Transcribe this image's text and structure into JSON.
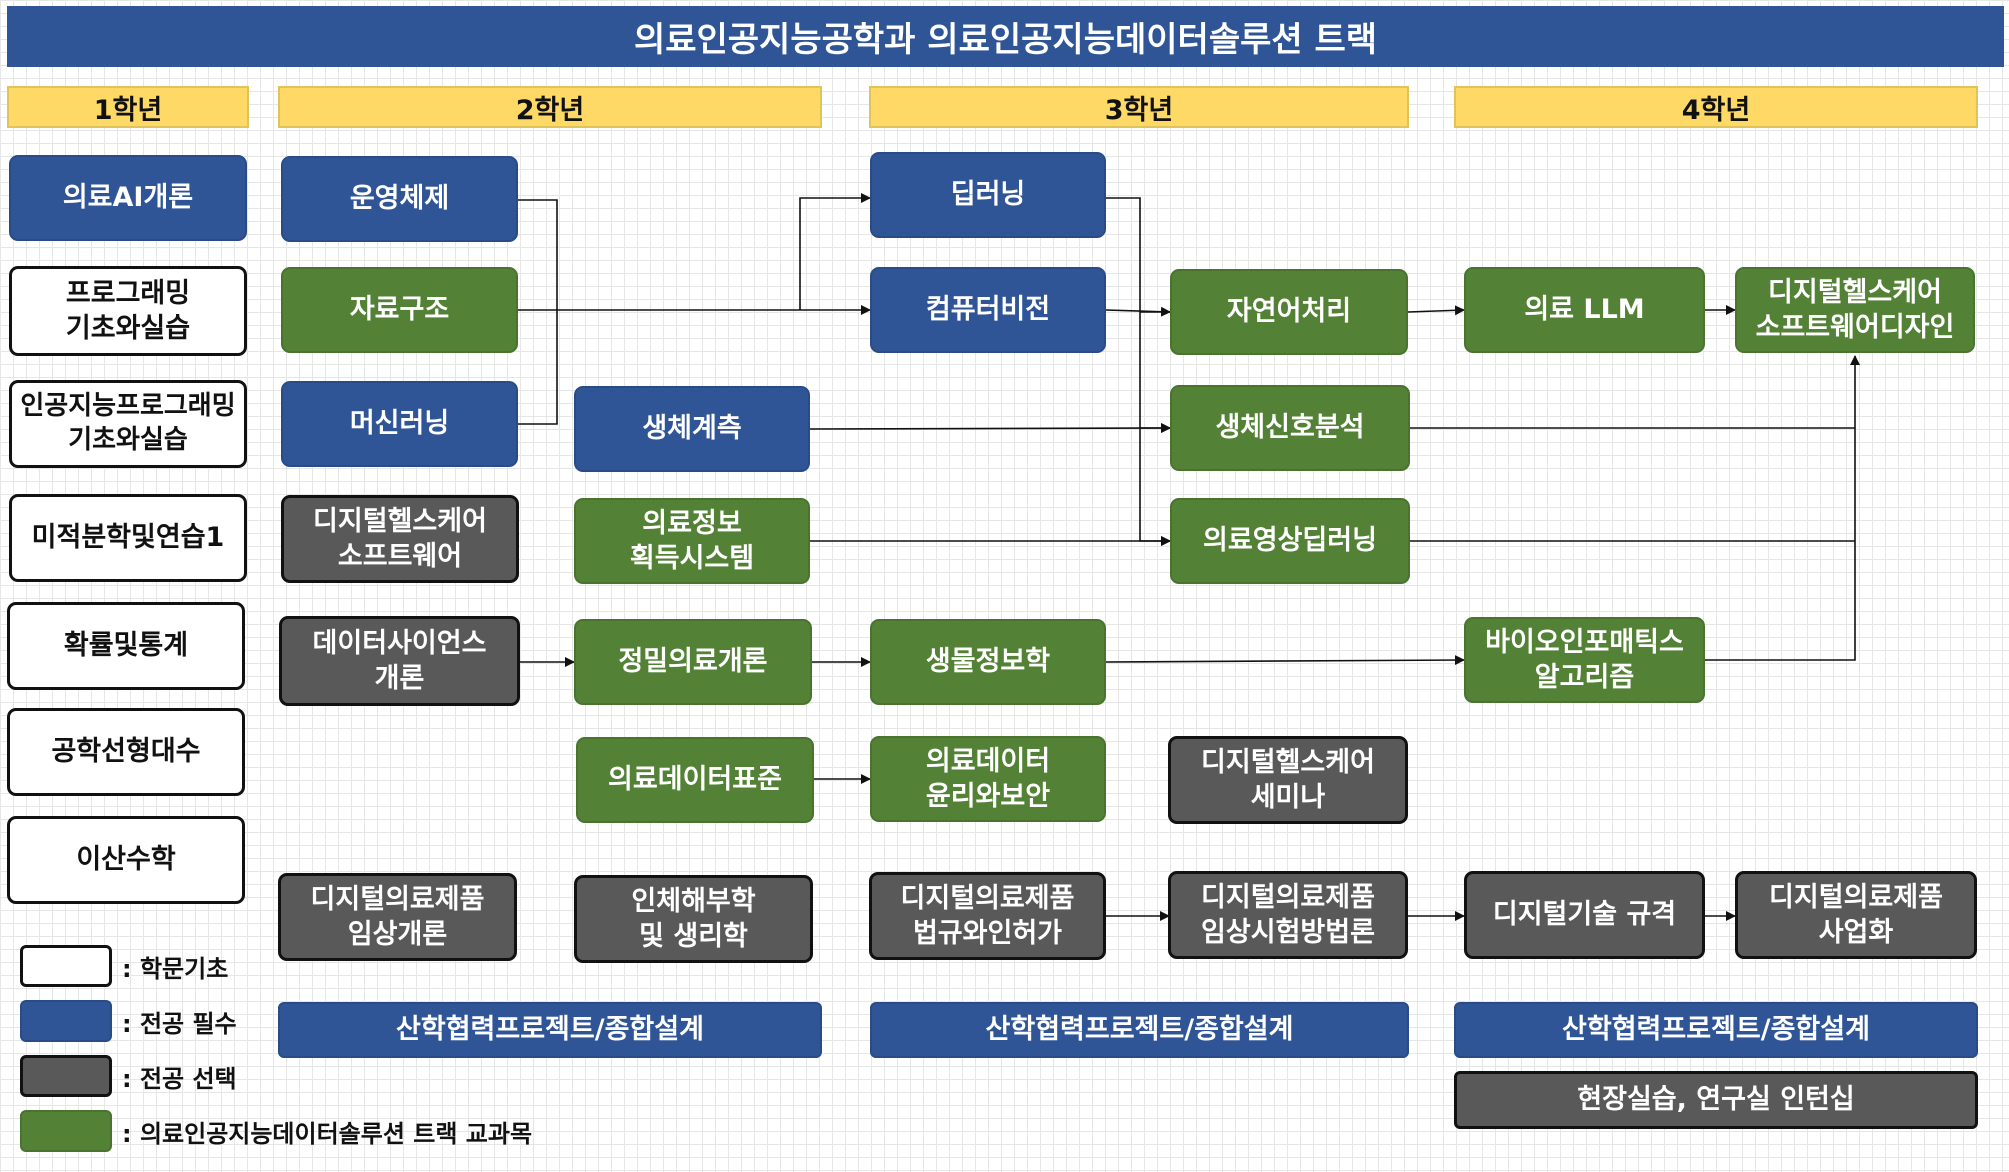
{
  "title": "의료인공지능공학과 의료인공지능데이터솔루션 트랙",
  "years": [
    "1학년",
    "2학년",
    "3학년",
    "4학년"
  ],
  "courses": {
    "y1_ai_intro": "의료AI개론",
    "y1_programming": "프로그래밍\n기초와실습",
    "y1_ai_programming": "인공지능프로그래밍\n기초와실습",
    "y1_calculus": "미적분학및연습1",
    "y1_probability": "확률및통계",
    "y1_linear_algebra": "공학선형대수",
    "y1_discrete_math": "이산수학",
    "y2_os": "운영체제",
    "y2_data_structure": "자료구조",
    "y2_machine_learning": "머신러닝",
    "y2_digital_health_sw": "디지털헬스케어\n소프트웨어",
    "y2_data_science": "데이터사이언스\n개론",
    "y2_digital_medical_clinical": "디지털의료제품\n임상개론",
    "y2_bio_measurement": "생체계측",
    "y2_medical_info_acq": "의료정보\n획득시스템",
    "y2_precision_medicine": "정밀의료개론",
    "y2_medical_data_standard": "의료데이터표준",
    "y2_anatomy": "인체해부학\n및 생리학",
    "y3_deep_learning": "딥러닝",
    "y3_computer_vision": "컴퓨터비전",
    "y3_bioinformatics": "생물정보학",
    "y3_data_ethics": "의료데이터\n윤리와보안",
    "y3_regulation": "디지털의료제품\n법규와인허가",
    "y3_nlp": "자연어처리",
    "y3_biosignal": "생체신호분석",
    "y3_medical_imaging_dl": "의료영상딥러닝",
    "y3_digital_health_seminar": "디지털헬스케어\n세미나",
    "y3_clinical_trial": "디지털의료제품\n임상시험방법론",
    "y4_medical_llm": "의료 LLM",
    "y4_bioinformatics_algo": "바이오인포매틱스\n알고리즘",
    "y4_digital_tech_standard": "디지털기술 규격",
    "y4_digital_health_sw_design": "디지털헬스케어\n소프트웨어디자인",
    "y4_commercialization": "디지털의료제품\n사업화"
  },
  "capstone": [
    "산학협력프로젝트/종합설계",
    "산학협력프로젝트/종합설계",
    "산학협력프로젝트/종합설계"
  ],
  "internship": "현장실습, 연구실 인턴십",
  "legend": [
    {
      "label": ": 학문기초",
      "color": "#ffffff"
    },
    {
      "label": ": 전공 필수",
      "color": "#2f5597"
    },
    {
      "label": ": 전공 선택",
      "color": "#595959"
    },
    {
      "label": ": 의료인공지능데이터솔루션 트랙 교과목",
      "color": "#538135"
    }
  ],
  "colors": {
    "required": "#2f5597",
    "elective": "#595959",
    "track": "#538135",
    "foundation": "#ffffff",
    "year_header": "#ffd966"
  }
}
